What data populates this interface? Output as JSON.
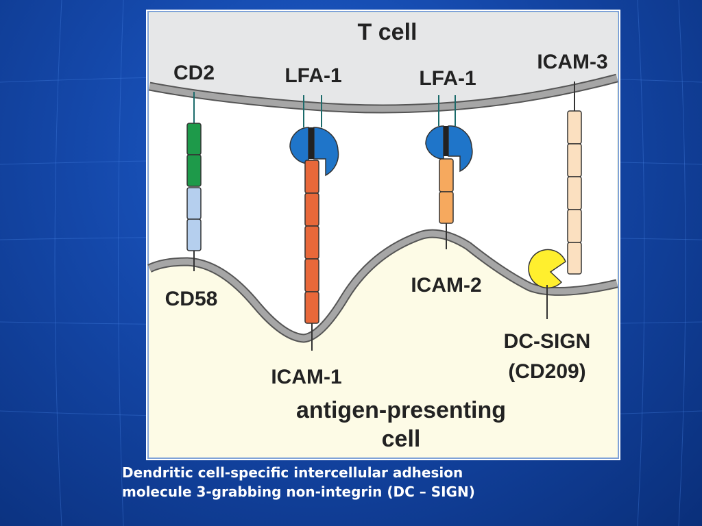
{
  "diagram": {
    "top_cell_label": "T cell",
    "bottom_cell_label_line1": "antigen-presenting",
    "bottom_cell_label_line2": "cell",
    "molecules": {
      "cd2": "CD2",
      "lfa1_left": "LFA-1",
      "lfa1_right": "LFA-1",
      "icam3": "ICAM-3",
      "cd58": "CD58",
      "icam1": "ICAM-1",
      "icam2": "ICAM-2",
      "dc_sign_line1": "DC-SIGN",
      "dc_sign_line2": "(CD209)"
    },
    "colors": {
      "t_cell_bg": "#e6e7e8",
      "apc_bg": "#fdfbe6",
      "membrane": "#9a9a9a",
      "cd2_green": "#1e9a4a",
      "cd58_blue": "#b5cfee",
      "lfa1_blue": "#1f75c9",
      "icam1_orange": "#e8683a",
      "icam2_orange": "#f6a95e",
      "icam3_peach": "#fbe0c0",
      "dc_sign_yellow": "#ffef2e"
    }
  },
  "caption": {
    "line1": "Dendritic cell-specific intercellular adhesion",
    "line2": "molecule 3-grabbing non-integrin (DC – SIGN)"
  }
}
